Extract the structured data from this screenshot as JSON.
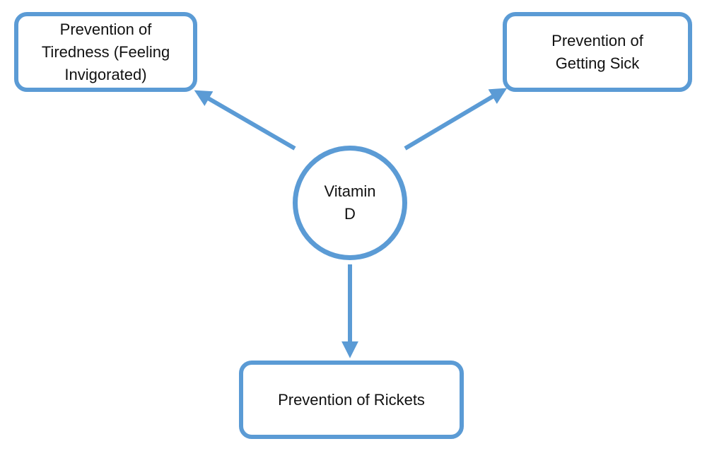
{
  "diagram": {
    "center": {
      "label": "Vitamin\nD"
    },
    "nodes": [
      {
        "id": "tiredness",
        "label": "Prevention of\nTiredness (Feeling\nInvigorated)"
      },
      {
        "id": "sick",
        "label": "Prevention of\nGetting Sick"
      },
      {
        "id": "rickets",
        "label": "Prevention of Rickets"
      }
    ],
    "colors": {
      "accent": "#5b9bd5",
      "text": "#111111",
      "background": "#ffffff"
    }
  }
}
